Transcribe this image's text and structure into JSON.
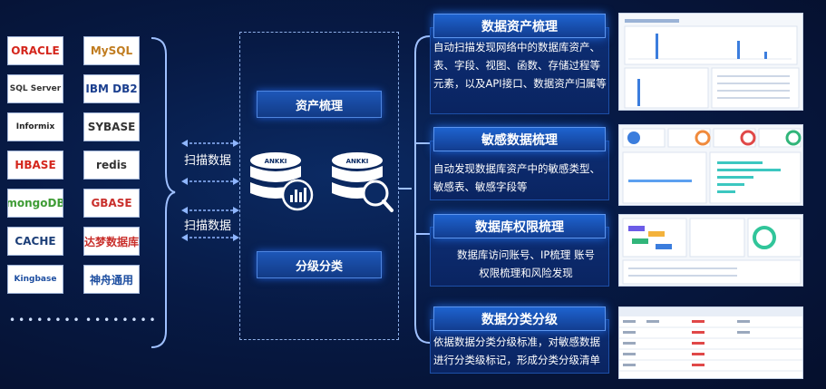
{
  "databases": {
    "col1": [
      {
        "name": "oracle-logo",
        "text": "ORACLE",
        "color": "#d4261c"
      },
      {
        "name": "sqlserver-logo",
        "text": "SQL Server",
        "color": "#333333"
      },
      {
        "name": "informix-logo",
        "text": "Informix",
        "color": "#222222"
      },
      {
        "name": "hbase-logo",
        "text": "HBASE",
        "color": "#d4261c"
      },
      {
        "name": "mongodb-logo",
        "text": "mongoDB",
        "color": "#3f9c35"
      },
      {
        "name": "cache-logo",
        "text": "CACHE",
        "color": "#1d3f78"
      },
      {
        "name": "kingbase-logo",
        "text": "Kingbase",
        "color": "#1d4ea0"
      }
    ],
    "col2": [
      {
        "name": "mysql-logo",
        "text": "MySQL",
        "color": "#c07c1f"
      },
      {
        "name": "db2-logo",
        "text": "IBM DB2",
        "color": "#1b3f8f"
      },
      {
        "name": "sybase-logo",
        "text": "SYBASE",
        "color": "#333333"
      },
      {
        "name": "redis-logo",
        "text": "redis",
        "color": "#333333"
      },
      {
        "name": "gbase-logo",
        "text": "GBASE",
        "color": "#c9302c"
      },
      {
        "name": "dameng-logo",
        "text": "达梦数据库",
        "color": "#c9302c"
      },
      {
        "name": "shentong-logo",
        "text": "神舟通用",
        "color": "#1d4ea0"
      }
    ]
  },
  "flow": {
    "scan_label_1": "扫描数据",
    "scan_label_2": "扫描数据"
  },
  "center": {
    "asset_button": "资产梳理",
    "classify_button": "分级分类",
    "cylinder_label": "ANKKI"
  },
  "panels": [
    {
      "title": "数据资产梳理",
      "desc": "自动扫描发现网络中的数据库资产、表、字段、视图、函数、存储过程等元素，以及API接口、数据资产归属等"
    },
    {
      "title": "敏感数据梳理",
      "desc": "自动发现数据库资产中的敏感类型、敏感表、敏感字段等"
    },
    {
      "title": "数据库权限梳理",
      "desc": "数据库访问账号、IP梳理 账号权限梳理和风险发现"
    },
    {
      "title": "数据分类分级",
      "desc": "依据数据分类分级标准，对敏感数据进行分类级标记，形成分类分级清单"
    }
  ],
  "colors": {
    "accent": "#1e63cf",
    "background": "#06122f"
  }
}
